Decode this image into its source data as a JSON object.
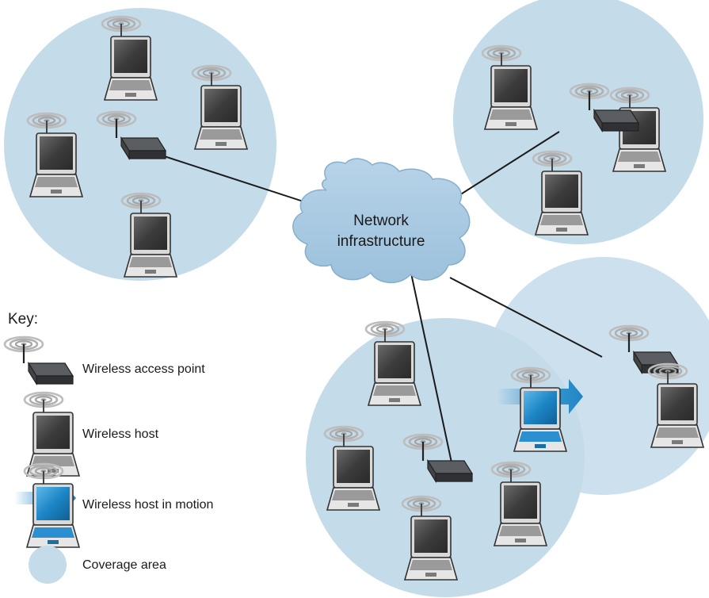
{
  "cloud": {
    "line1": "Network",
    "line2": "infrastructure"
  },
  "key": {
    "title": "Key:",
    "items": [
      {
        "label": "Wireless access point",
        "icon": "access-point-icon"
      },
      {
        "label": "Wireless host",
        "icon": "laptop-icon"
      },
      {
        "label": "Wireless host in motion",
        "icon": "moving-laptop-icon"
      },
      {
        "label": "Coverage area",
        "icon": "coverage-area-icon"
      }
    ]
  },
  "colors": {
    "coverage": "#c4dbea",
    "coverage_overlap": "#a9c9de",
    "cloud": "#a6c8e0",
    "cloud_stroke": "#7ea9c8",
    "device_dark": "#3a3d42",
    "screen": "#4a4a4a",
    "screen_motion": "#1d86c6",
    "arrow": "#1d86c6",
    "wave": "#b5b5b5",
    "link": "#1a1a1a"
  }
}
